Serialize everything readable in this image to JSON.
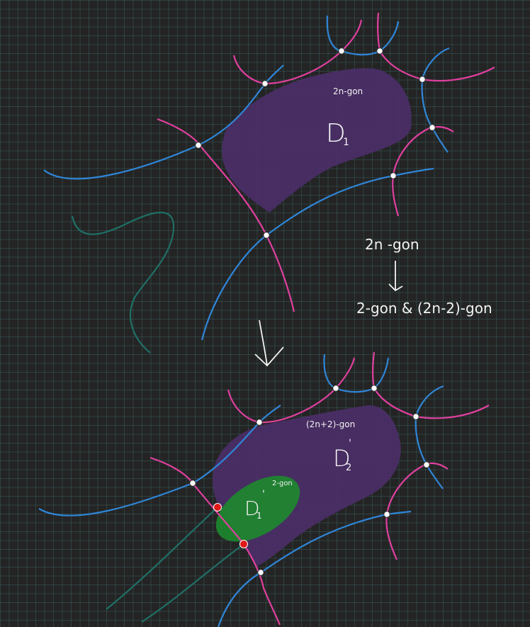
{
  "colors": {
    "background": "#242424",
    "blue_curve": "#2f86d8",
    "pink_curve": "#e0409f",
    "teal_curve": "#1f6f66",
    "region_purple": "#4a2e66",
    "region_green": "#1d8a2e",
    "vertex_white": "#ffffff",
    "vertex_red": "#e01818",
    "ink": "#f2f2f2"
  },
  "top_figure": {
    "region_label": "D",
    "region_subscript": "1",
    "polygon_label": "2n-gon"
  },
  "annotation": {
    "line1": "2n -gon",
    "line2": "2-gon & (2n-2)-gon"
  },
  "bottom_figure": {
    "green_region_label": "D",
    "green_region_subscript": "1",
    "green_region_prime": "'",
    "green_polygon_label": "2-gon",
    "purple_region_label": "D",
    "purple_region_subscript": "2",
    "purple_region_prime": "'",
    "purple_polygon_label": "(2n+2)-gon"
  }
}
